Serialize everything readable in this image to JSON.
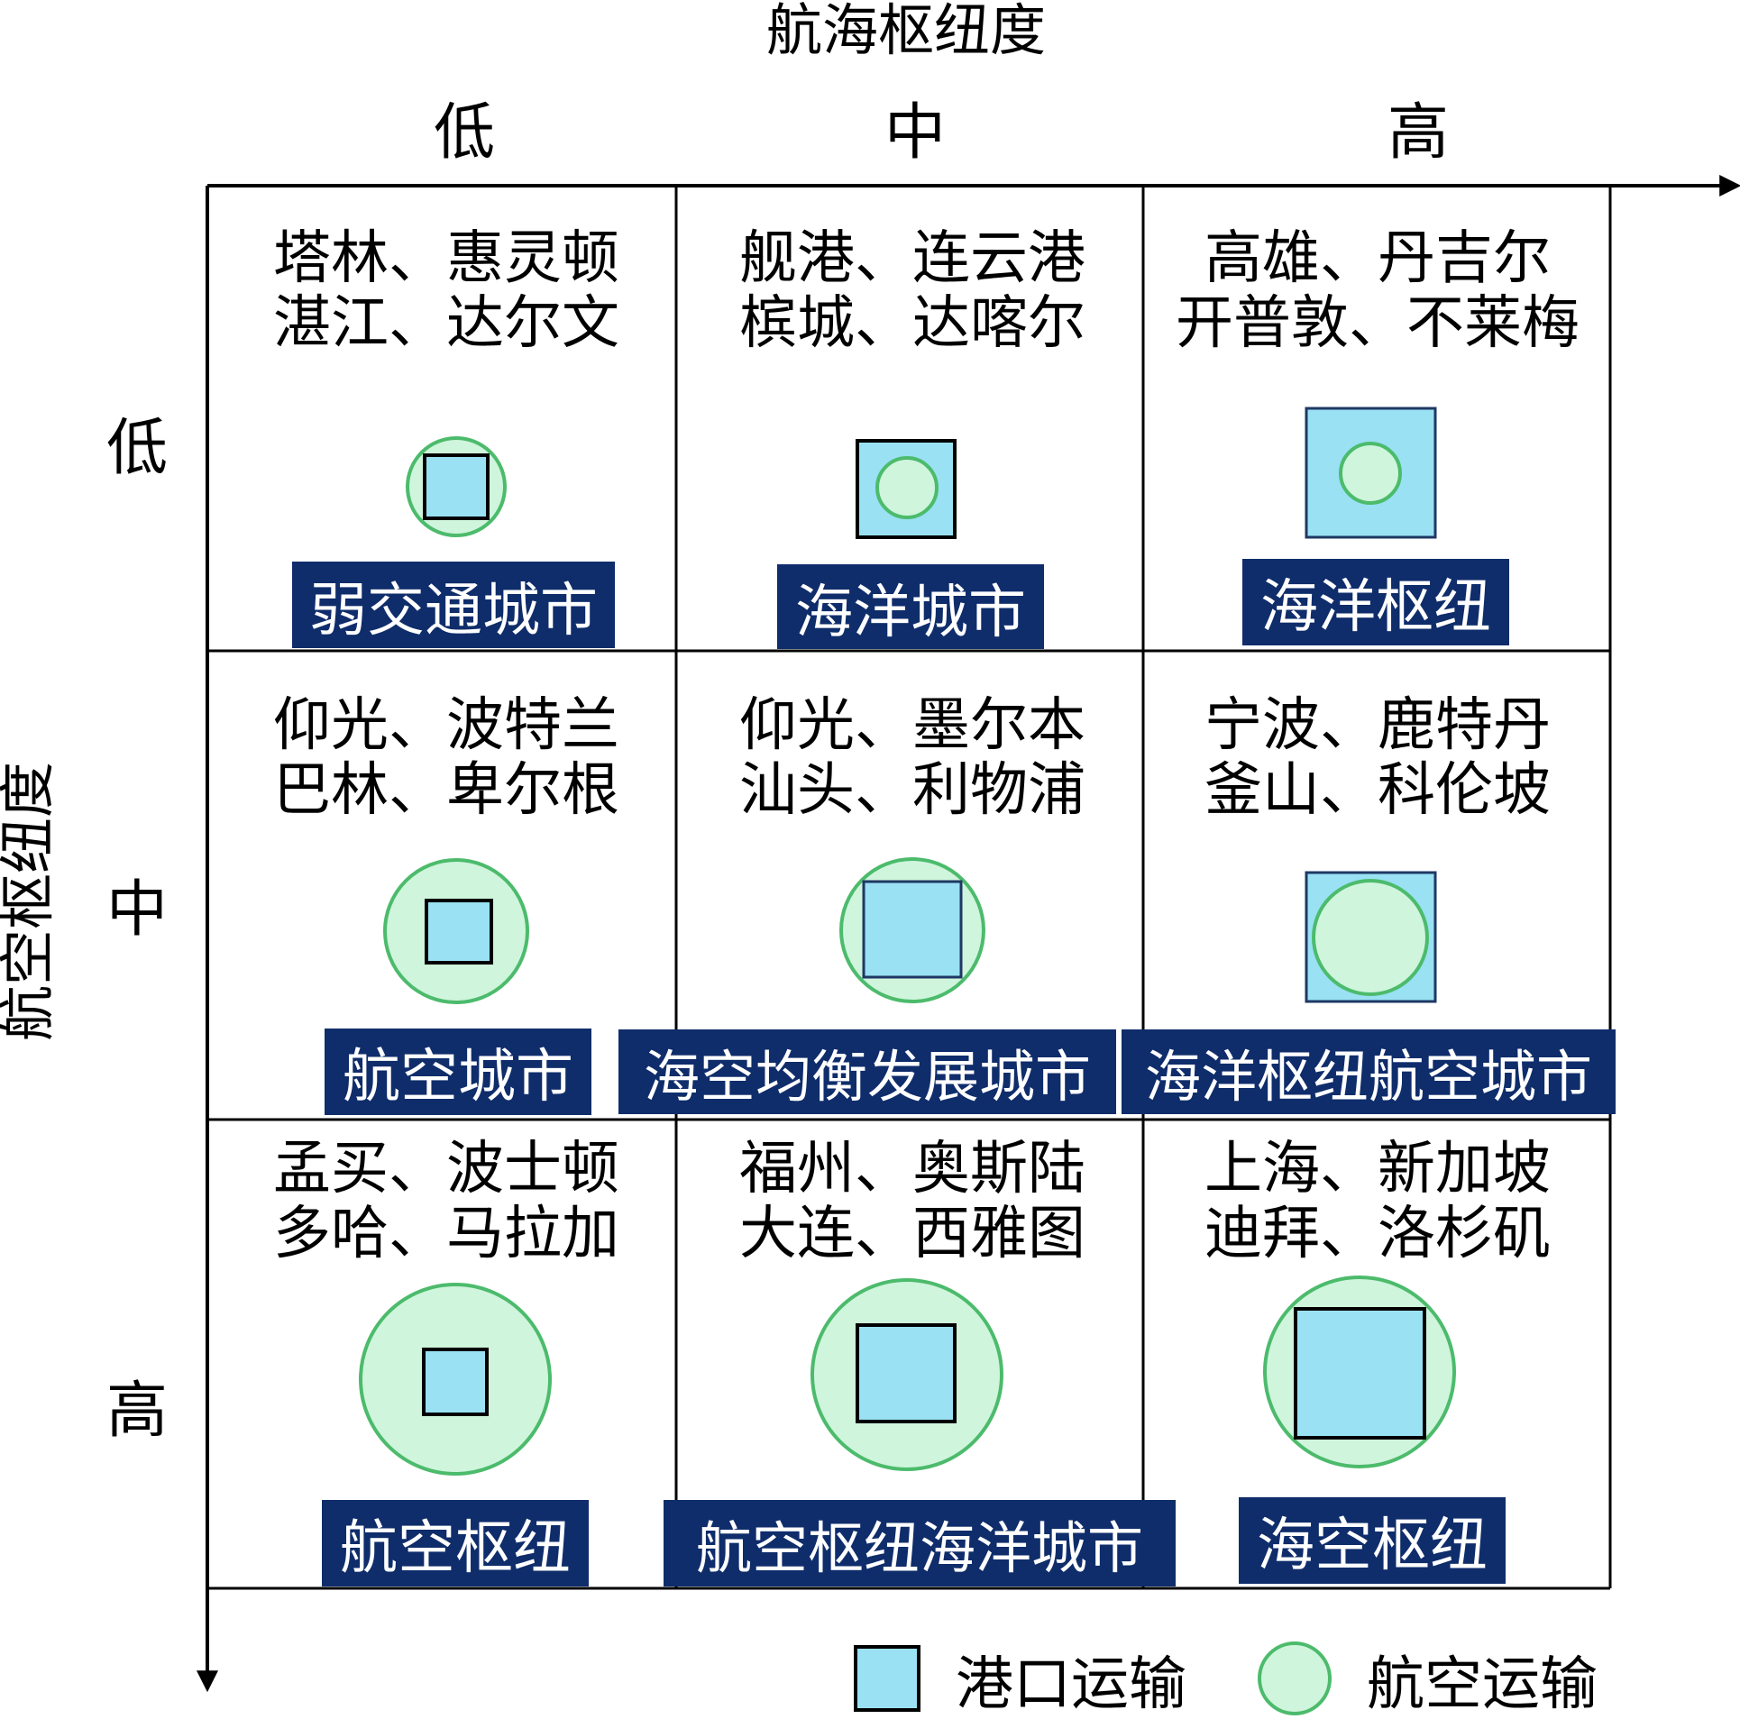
{
  "x_axis": {
    "title": "航海枢纽度",
    "levels": [
      "低",
      "中",
      "高"
    ]
  },
  "y_axis": {
    "title": "航空枢纽度",
    "levels": [
      "低",
      "中",
      "高"
    ]
  },
  "colors": {
    "square_fill": "#99e1f3",
    "square_stroke_dark": "#000000",
    "square_stroke_blue": "#1f3864",
    "circle_fill": "#cff5dc",
    "circle_stroke": "#4cbb6c",
    "label_bg": "#0f2d6b",
    "label_text": "#ffffff"
  },
  "cells": [
    {
      "row": 0,
      "col": 0,
      "line1": "塔林、惠灵顿",
      "line2": "湛江、达尔文",
      "label": "弱交通城市",
      "layer_on_top": "square"
    },
    {
      "row": 0,
      "col": 1,
      "line1": "舰港、连云港",
      "line2": "槟城、达喀尔",
      "label": "海洋城市",
      "layer_on_top": "circle"
    },
    {
      "row": 0,
      "col": 2,
      "line1": "高雄、丹吉尔",
      "line2": "开普敦、不莱梅",
      "label": "海洋枢纽",
      "layer_on_top": "circle"
    },
    {
      "row": 1,
      "col": 0,
      "line1": "仰光、波特兰",
      "line2": "巴林、卑尔根",
      "label": "航空城市",
      "layer_on_top": "square"
    },
    {
      "row": 1,
      "col": 1,
      "line1": "仰光、墨尔本",
      "line2": "汕头、利物浦",
      "label": "海空均衡发展城市",
      "layer_on_top": "square"
    },
    {
      "row": 1,
      "col": 2,
      "line1": "宁波、鹿特丹",
      "line2": "釜山、科伦坡",
      "label": "海洋枢纽航空城市",
      "layer_on_top": "circle"
    },
    {
      "row": 2,
      "col": 0,
      "line1": "孟买、波士顿",
      "line2": "多哈、马拉加",
      "label": "航空枢纽",
      "layer_on_top": "square"
    },
    {
      "row": 2,
      "col": 1,
      "line1": "福州、奥斯陆",
      "line2": "大连、西雅图",
      "label": "航空枢纽海洋城市",
      "layer_on_top": "square"
    },
    {
      "row": 2,
      "col": 2,
      "line1": "上海、新加坡",
      "line2": "迪拜、洛杉矶",
      "label": "海空枢纽",
      "layer_on_top": "square"
    }
  ],
  "legend": [
    {
      "symbol": "square",
      "label": "港口运输"
    },
    {
      "symbol": "circle",
      "label": "航空运输"
    }
  ]
}
